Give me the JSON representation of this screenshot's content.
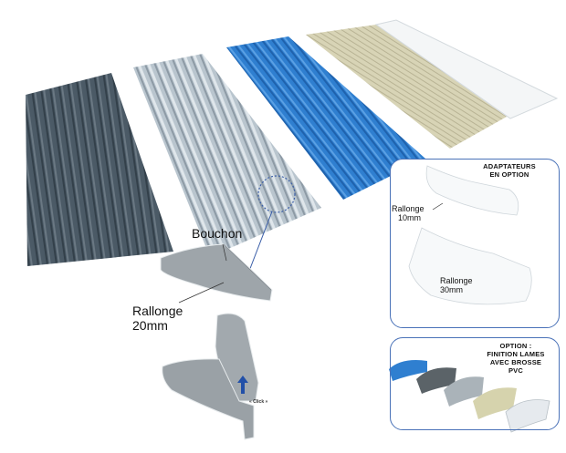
{
  "product_image": {
    "slats": [
      {
        "name": "dark-grey-slat",
        "color": "#4b5a66"
      },
      {
        "name": "light-grey-slat",
        "color": "#b7c3cd"
      },
      {
        "name": "blue-slat",
        "color": "#2f7fd0"
      },
      {
        "name": "beige-slat",
        "color": "#d8d4b6"
      },
      {
        "name": "white-slat",
        "color": "#f4f6f7"
      }
    ],
    "labels": {
      "bouchon": "Bouchon",
      "rallonge_20_line1": "Rallonge",
      "rallonge_20_line2": "20mm",
      "click": "« Click »"
    },
    "adapters_panel": {
      "title_line1": "ADAPTATEURS",
      "title_line2": "EN OPTION",
      "rallonge_10_line1": "Rallonge",
      "rallonge_10_line2": "10mm",
      "rallonge_30_line1": "Rallonge",
      "rallonge_30_line2": "30mm"
    },
    "brush_panel": {
      "title_line1": "OPTION :",
      "title_line2": "FINITION LAMES",
      "title_line3": "AVEC BROSSE",
      "title_line4": "PVC",
      "caps": [
        {
          "name": "blue-cap",
          "color": "#2f7fd0"
        },
        {
          "name": "dark-grey-cap",
          "color": "#5b6368"
        },
        {
          "name": "light-grey-cap",
          "color": "#aab3b9"
        },
        {
          "name": "beige-cap",
          "color": "#d6d3ad"
        },
        {
          "name": "white-cap",
          "color": "#e6eaee"
        }
      ]
    },
    "accent_color": "#4a72b8"
  }
}
